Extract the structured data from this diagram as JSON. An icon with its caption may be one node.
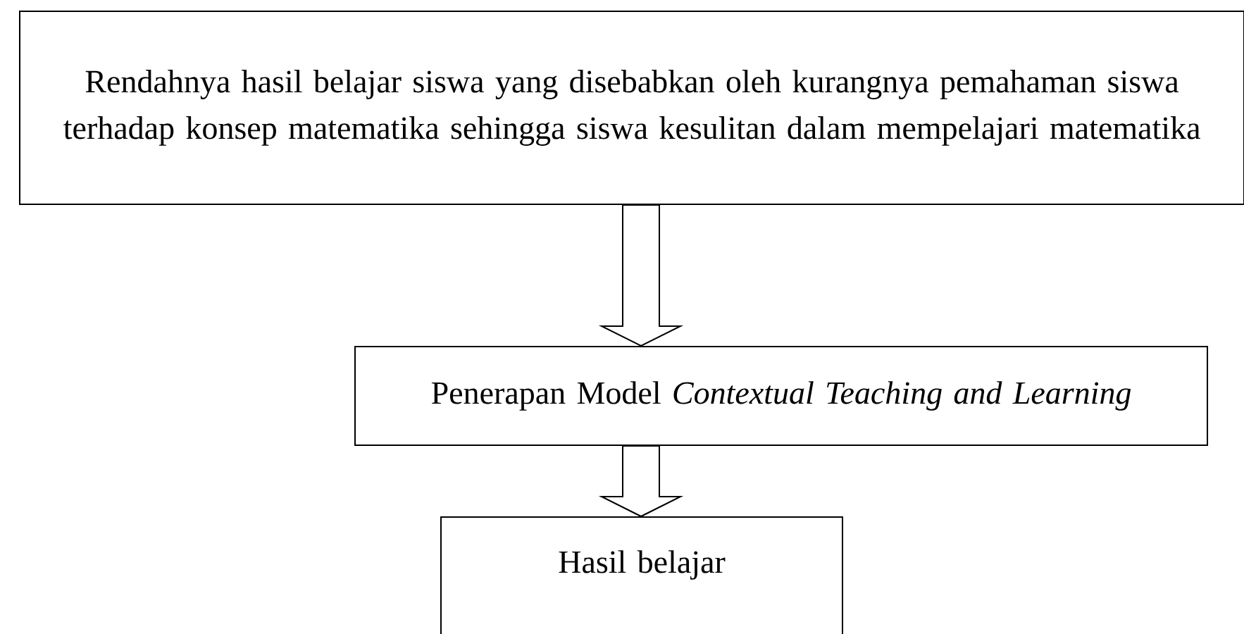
{
  "diagram": {
    "nodes": [
      {
        "text": [
          "Rendahnya hasil belajar siswa yang disebabkan oleh kurangnya pemahaman siswa terhadap konsep matematika sehingga siswa kesulitan dalam mempelajari matematika"
        ]
      },
      {
        "text": [
          "Penerapan Model *Contextual Teaching and Learning*"
        ]
      },
      {
        "text": [
          "Hasil belajar"
        ]
      }
    ],
    "edges": [
      {
        "from": 0,
        "to": 1,
        "arrow": "to"
      },
      {
        "from": 1,
        "to": 2,
        "arrow": "to"
      }
    ]
  }
}
